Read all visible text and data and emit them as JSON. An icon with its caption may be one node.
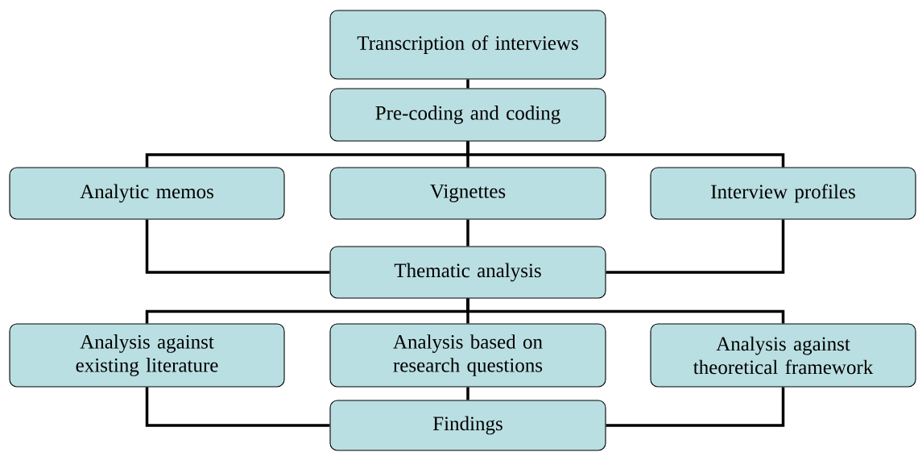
{
  "diagram": {
    "nodes": [
      {
        "text": [
          "Transcription of interviews"
        ]
      },
      {
        "text": [
          "Pre-coding and coding"
        ]
      },
      {
        "text": [
          "Analytic memos"
        ]
      },
      {
        "text": [
          "Vignettes"
        ]
      },
      {
        "text": [
          "Interview profiles"
        ]
      },
      {
        "text": [
          "Thematic analysis"
        ]
      },
      {
        "text": [
          "Analysis against existing literature"
        ]
      },
      {
        "text": [
          "Analysis based on research questions"
        ]
      },
      {
        "text": [
          "Analysis against theoretical framework"
        ]
      },
      {
        "text": [
          "Findings"
        ]
      }
    ],
    "edges": [
      {
        "from": 0,
        "to": 1,
        "arrow": "none"
      },
      {
        "from": 1,
        "to": 2,
        "arrow": "none"
      },
      {
        "from": 1,
        "to": 3,
        "arrow": "none"
      },
      {
        "from": 1,
        "to": 4,
        "arrow": "none"
      },
      {
        "from": 2,
        "to": 5,
        "arrow": "none"
      },
      {
        "from": 3,
        "to": 5,
        "arrow": "none"
      },
      {
        "from": 4,
        "to": 5,
        "arrow": "none"
      },
      {
        "from": 5,
        "to": 6,
        "arrow": "none"
      },
      {
        "from": 5,
        "to": 7,
        "arrow": "none"
      },
      {
        "from": 5,
        "to": 8,
        "arrow": "none"
      },
      {
        "from": 6,
        "to": 9,
        "arrow": "none"
      },
      {
        "from": 7,
        "to": 9,
        "arrow": "none"
      },
      {
        "from": 8,
        "to": 9,
        "arrow": "none"
      }
    ]
  }
}
